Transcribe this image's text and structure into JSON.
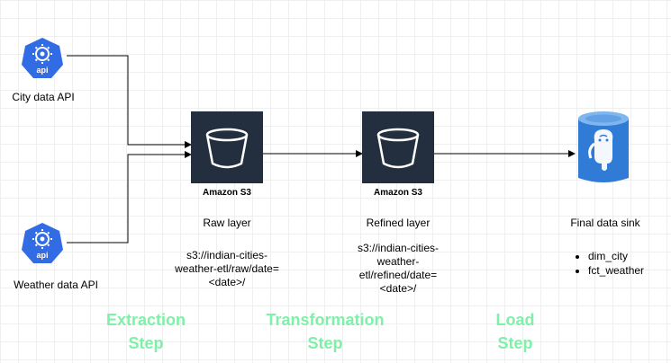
{
  "sources": [
    {
      "label": "City data API",
      "icon_text": "api",
      "icon": "api-hexagon-icon"
    },
    {
      "label": "Weather data API",
      "icon_text": "api",
      "icon": "api-hexagon-icon"
    }
  ],
  "stages": [
    {
      "service": "Amazon S3",
      "layer": "Raw layer",
      "path": "s3://indian-cities-weather-etl/raw/date=<date>/",
      "path_lines": [
        "s3://indian-cities-",
        "weather-etl/raw/date=",
        "<date>/"
      ]
    },
    {
      "service": "Amazon S3",
      "layer": "Refined layer",
      "path": "s3://indian-cities-weather-etl/refined/date=<date>/",
      "path_lines": [
        "s3://indian-cities-",
        "weather-",
        "etl/refined/date=",
        "<date>/"
      ]
    }
  ],
  "sink": {
    "label": "Final data sink",
    "icon": "postgresql-database-icon",
    "tables": [
      "dim_city",
      "fct_weather"
    ]
  },
  "steps": [
    {
      "line1": "Extraction",
      "line2": "Step"
    },
    {
      "line1": "Transformation",
      "line2": "Step"
    },
    {
      "line1": "Load",
      "line2": "Step"
    }
  ],
  "colors": {
    "api_blue": "#326ce5",
    "s3_background": "#232f3e",
    "db_blue": "#2f7bd6",
    "step_green": "#7ff0a8",
    "arrow": "#000000"
  }
}
